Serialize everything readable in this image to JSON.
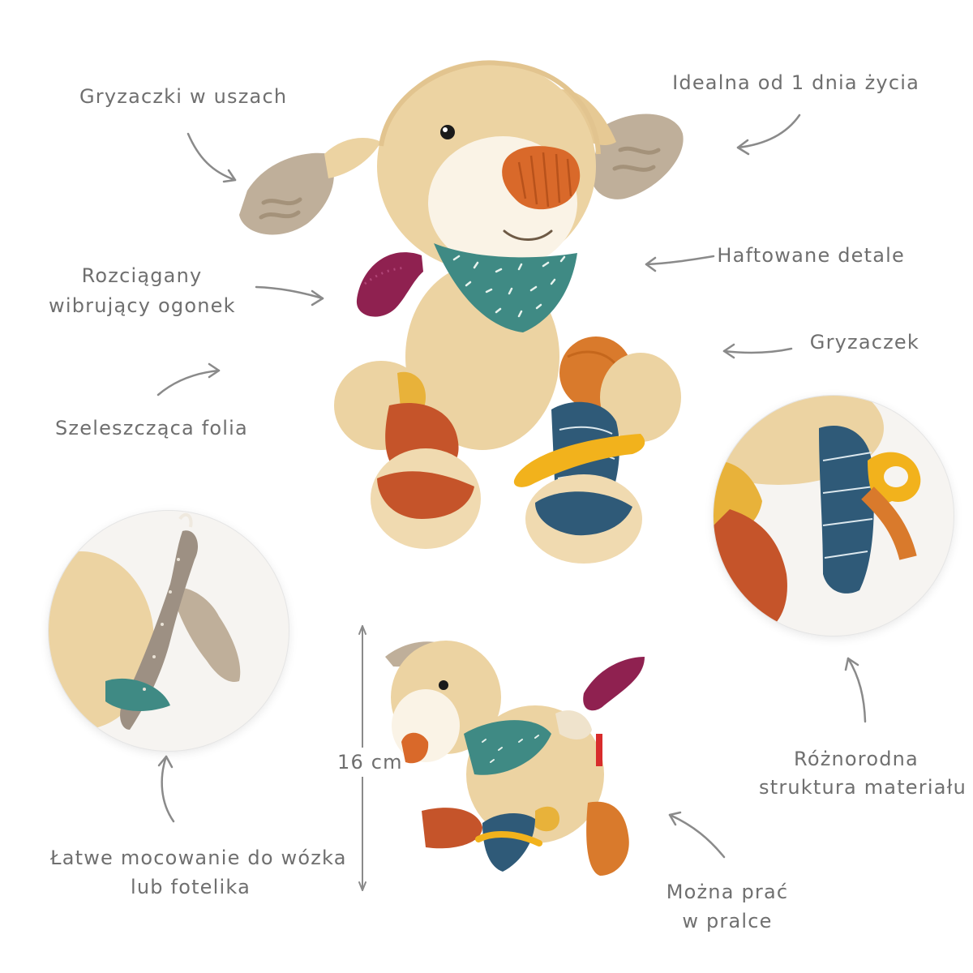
{
  "labels": {
    "ears_teether": "Gryzaczki w uszach",
    "from_day_one": "Idealna od 1 dnia życia",
    "embroidered": "Haftowane detale",
    "tail_line1": "Rozciągany",
    "tail_line2": "wibrujący ogonek",
    "teether": "Gryzaczek",
    "rustling_foil": "Szeleszcząca folia",
    "fabrics_line1": "Różnorodna",
    "fabrics_line2": "struktura materiału",
    "stroller_line1": "Łatwe mocowanie do wózka",
    "stroller_line2": "lub fotelika",
    "washable_line1": "Można prać",
    "washable_line2": "w pralce",
    "height": "16 cm"
  },
  "icons": {
    "pointer": "curved-arrow-icon",
    "dimension": "double-arrow-icon"
  },
  "colors": {
    "text": "#6f6f6f",
    "arrow": "#8a8a8a",
    "plush": "#ecd3a2",
    "muzzle": "#faf3e6",
    "nose": "#d9692a",
    "bandana": "#3f8a84",
    "ear_teether": "#bfaf9a",
    "paw_rust": "#c5542a",
    "leg_navy": "#2f5a78",
    "teether_yellow": "#f2b21c",
    "tail_magenta": "#8f2150"
  }
}
